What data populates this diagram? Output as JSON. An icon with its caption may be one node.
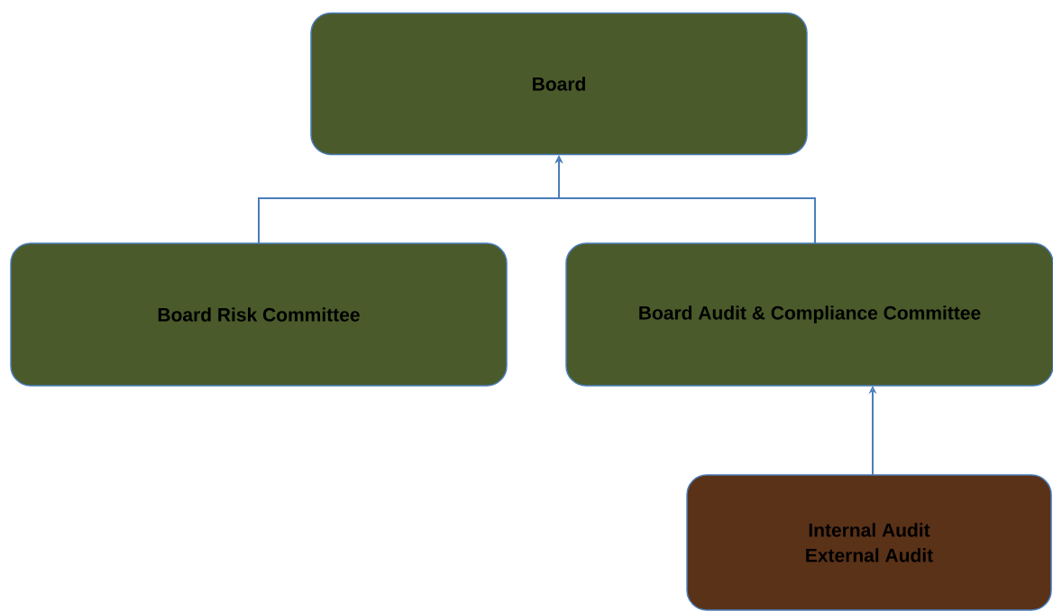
{
  "diagram": {
    "nodes": [
      {
        "text": [
          "Board"
        ]
      },
      {
        "text": [
          "Board Risk Committee"
        ]
      },
      {
        "text": [
          "Board Audit & Compliance Committee"
        ]
      },
      {
        "text": [
          "Internal Audit",
          "External Audit"
        ]
      }
    ],
    "edges": [
      {
        "from": 1,
        "to": 0,
        "arrow": "to"
      },
      {
        "from": 2,
        "to": 0,
        "arrow": "to"
      },
      {
        "from": 3,
        "to": 2,
        "arrow": "to"
      }
    ]
  }
}
